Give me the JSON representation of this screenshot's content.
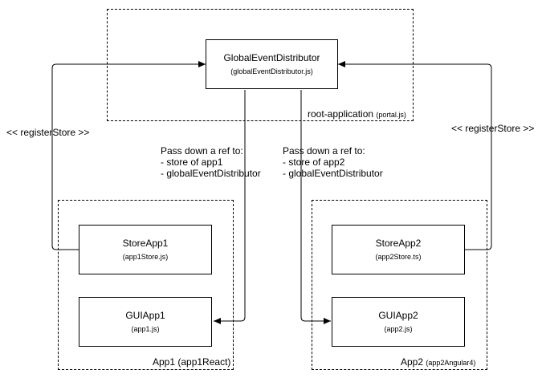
{
  "containers": {
    "root": {
      "label": "root-application",
      "sub": "(portal.js)"
    },
    "app1": {
      "label": "App1 (app1React)"
    },
    "app2": {
      "label": "App2",
      "sub": "(app2Angular4)"
    }
  },
  "boxes": {
    "ged": {
      "title": "GlobalEventDistributor",
      "sub": "(globalEventDistributor.js)"
    },
    "store1": {
      "title": "StoreApp1",
      "sub": "(app1Store.js)"
    },
    "gui1": {
      "title": "GUIApp1",
      "sub": "(app1.js)"
    },
    "store2": {
      "title": "StoreApp2",
      "sub": "(app2Store.ts)"
    },
    "gui2": {
      "title": "GUIApp2",
      "sub": "(app2.js)"
    }
  },
  "edge_labels": {
    "register_left": "<< registerStore >>",
    "register_right": "<< registerStore >>",
    "pass1": {
      "line1": "Pass down a ref to:",
      "line2": "- store of app1",
      "line3": "- globalEventDistributor"
    },
    "pass2": {
      "line1": "Pass down a ref to:",
      "line2": "- store of app2",
      "line3": "- globalEventDistributor"
    }
  }
}
